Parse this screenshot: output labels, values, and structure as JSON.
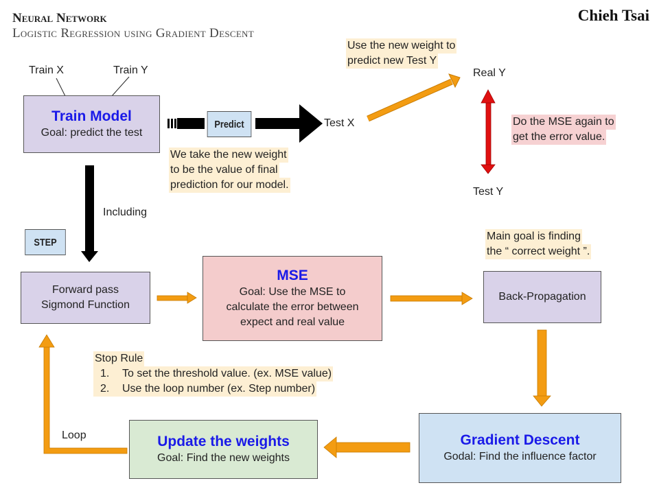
{
  "header": {
    "title": "Neural Network",
    "subtitle": "Logistic Regression using Gradient Descent",
    "author": "Chieh Tsai"
  },
  "labels": {
    "train_x": "Train X",
    "train_y": "Train Y",
    "test_x": "Test X",
    "real_y": "Real Y",
    "test_y": "Test Y",
    "including": "Including",
    "loop": "Loop"
  },
  "tags": {
    "predict": "Predict",
    "step": "STEP"
  },
  "boxes": {
    "train_model": {
      "title": "Train Model",
      "goal": "Goal: predict the test"
    },
    "forward_pass": {
      "line1": "Forward pass",
      "line2": "Sigmond Function"
    },
    "mse": {
      "title": "MSE",
      "goal_lines": [
        "Goal: Use the MSE to",
        "calculate the error between",
        "expect and real value"
      ]
    },
    "back_propagation": {
      "label": "Back-Propagation"
    },
    "gradient_descent": {
      "title": "Gradient Descent",
      "goal": "Godal: Find the influence factor"
    },
    "update_weights": {
      "title": "Update the weights",
      "goal": "Goal: Find the new weights"
    }
  },
  "notes": {
    "new_weight_predict": [
      "Use the new weight to",
      "predict new Test Y"
    ],
    "mse_again": [
      "Do the MSE again to",
      "get the error value."
    ],
    "final_weight": [
      "We take the new weight",
      "to be the value of final",
      "prediction for our model."
    ],
    "main_goal": [
      "Main goal is finding",
      "the “ correct weight ”."
    ]
  },
  "stop_rule": {
    "title": "Stop Rule",
    "items": [
      {
        "num": "1.",
        "text": "To set the threshold value. (ex. MSE value)"
      },
      {
        "num": "2.",
        "text": "Use the loop number (ex. Step number)"
      }
    ]
  },
  "colors": {
    "accent_title": "#1a1ae8",
    "arrow_orange": "#f39c12",
    "arrow_red": "#e01010",
    "arrow_black": "#000000"
  }
}
